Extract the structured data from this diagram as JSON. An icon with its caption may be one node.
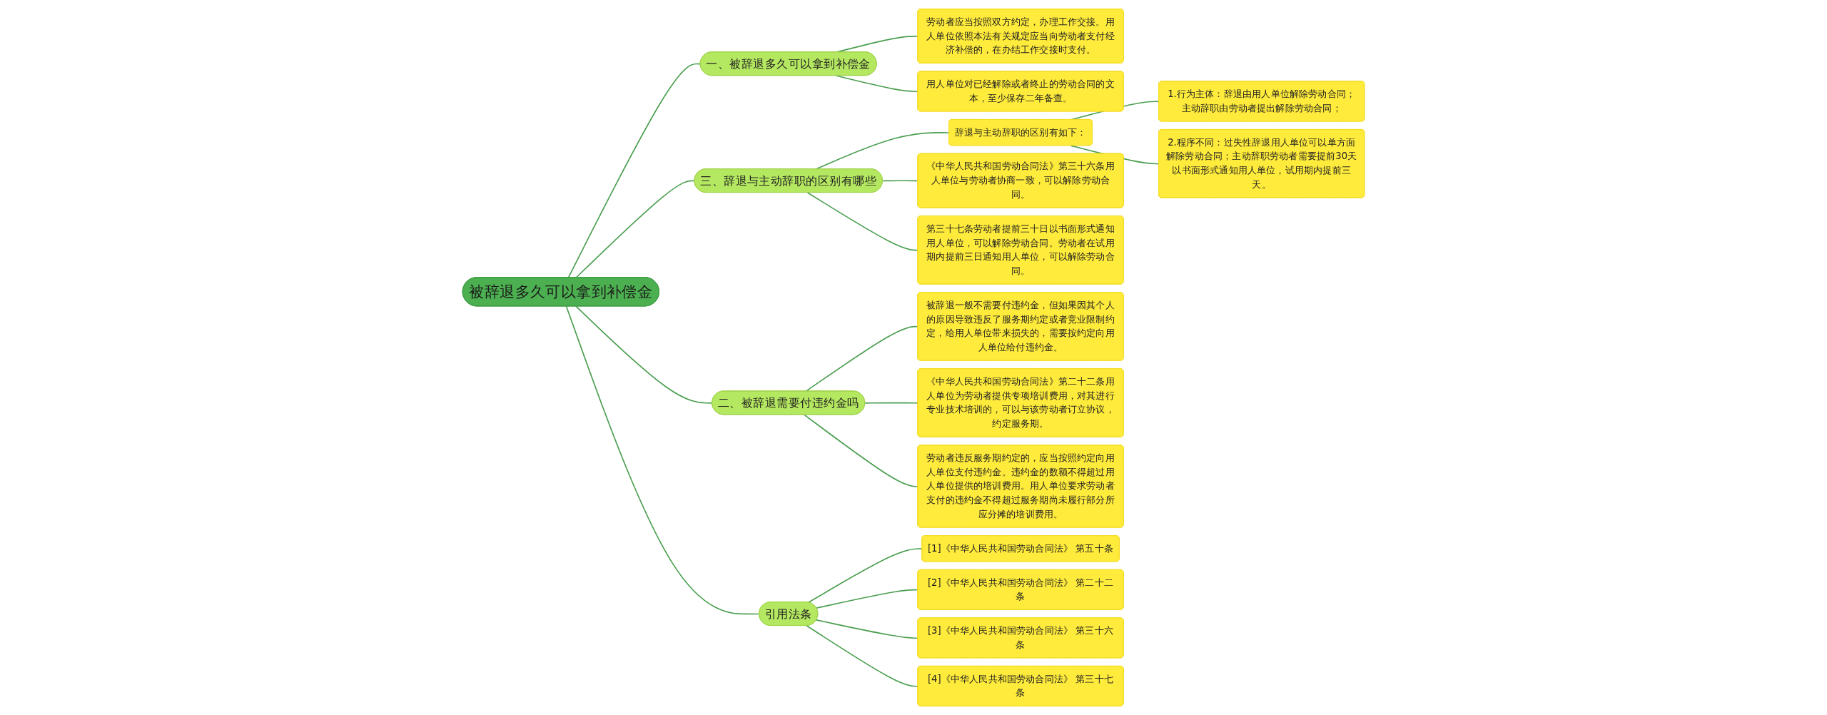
{
  "diagram": {
    "nodes": [
      {
        "text": [
          "被辞退多久可以拿到补偿金"
        ]
      },
      {
        "text": [
          "一、被辞退多久可以拿到补偿金"
        ]
      },
      {
        "text": [
          "劳动者应当按照双方约定，办理工作交接。用人单位依照本法有关规定应当向劳动者支付经济补偿的，在办结工作交接时支付。"
        ]
      },
      {
        "text": [
          "用人单位对已经解除或者终止的劳动合同的文本，至少保存二年备查。"
        ]
      },
      {
        "text": [
          "三、辞退与主动辞职的区别有哪些"
        ]
      },
      {
        "text": [
          "辞退与主动辞职的区别有如下："
        ]
      },
      {
        "text": [
          "1.行为主体：辞退由用人单位解除劳动合同；主动辞职由劳动者提出解除劳动合同；"
        ]
      },
      {
        "text": [
          "2.程序不同：过失性辞退用人单位可以单方面解除劳动合同；主动辞职劳动者需要提前30天以书面形式通知用人单位，试用期内提前三天。"
        ]
      },
      {
        "text": [
          "《中华人民共和国劳动合同法》第三十六条用人单位与劳动者协商一致，可以解除劳动合同。"
        ]
      },
      {
        "text": [
          "第三十七条劳动者提前三十日以书面形式通知用人单位，可以解除劳动合同。劳动者在试用期内提前三日通知用人单位，可以解除劳动合同。"
        ]
      },
      {
        "text": [
          "二、被辞退需要付违约金吗"
        ]
      },
      {
        "text": [
          "被辞退一般不需要付违约金，但如果因其个人的原因导致违反了服务期约定或者竞业限制约定，给用人单位带来损失的，需要按约定向用人单位给付违约金。"
        ]
      },
      {
        "text": [
          "《中华人民共和国劳动合同法》第二十二条用人单位为劳动者提供专项培训费用，对其进行专业技术培训的，可以与该劳动者订立协议，约定服务期。"
        ]
      },
      {
        "text": [
          "劳动者违反服务期约定的，应当按照约定向用人单位支付违约金。违约金的数额不得超过用人单位提供的培训费用。用人单位要求劳动者支付的违约金不得超过服务期尚未履行部分所应分摊的培训费用。"
        ]
      },
      {
        "text": [
          "引用法条"
        ]
      },
      {
        "text": [
          "[1]《中华人民共和国劳动合同法》 第五十条"
        ]
      },
      {
        "text": [
          "[2]《中华人民共和国劳动合同法》 第二十二条"
        ]
      },
      {
        "text": [
          "[3]《中华人民共和国劳动合同法》 第三十六条"
        ]
      },
      {
        "text": [
          "[4]《中华人民共和国劳动合同法》 第三十七条"
        ]
      }
    ],
    "edges": [
      {
        "from": 0,
        "to": 1,
        "arrow": "none"
      },
      {
        "from": 1,
        "to": 2,
        "arrow": "none"
      },
      {
        "from": 1,
        "to": 3,
        "arrow": "none"
      },
      {
        "from": 0,
        "to": 4,
        "arrow": "none"
      },
      {
        "from": 4,
        "to": 5,
        "arrow": "none"
      },
      {
        "from": 5,
        "to": 6,
        "arrow": "none"
      },
      {
        "from": 5,
        "to": 7,
        "arrow": "none"
      },
      {
        "from": 4,
        "to": 8,
        "arrow": "none"
      },
      {
        "from": 4,
        "to": 9,
        "arrow": "none"
      },
      {
        "from": 0,
        "to": 10,
        "arrow": "none"
      },
      {
        "from": 10,
        "to": 11,
        "arrow": "none"
      },
      {
        "from": 10,
        "to": 12,
        "arrow": "none"
      },
      {
        "from": 10,
        "to": 13,
        "arrow": "none"
      },
      {
        "from": 0,
        "to": 14,
        "arrow": "none"
      },
      {
        "from": 14,
        "to": 15,
        "arrow": "none"
      },
      {
        "from": 14,
        "to": 16,
        "arrow": "none"
      },
      {
        "from": 14,
        "to": 17,
        "arrow": "none"
      },
      {
        "from": 14,
        "to": 18,
        "arrow": "none"
      }
    ]
  }
}
